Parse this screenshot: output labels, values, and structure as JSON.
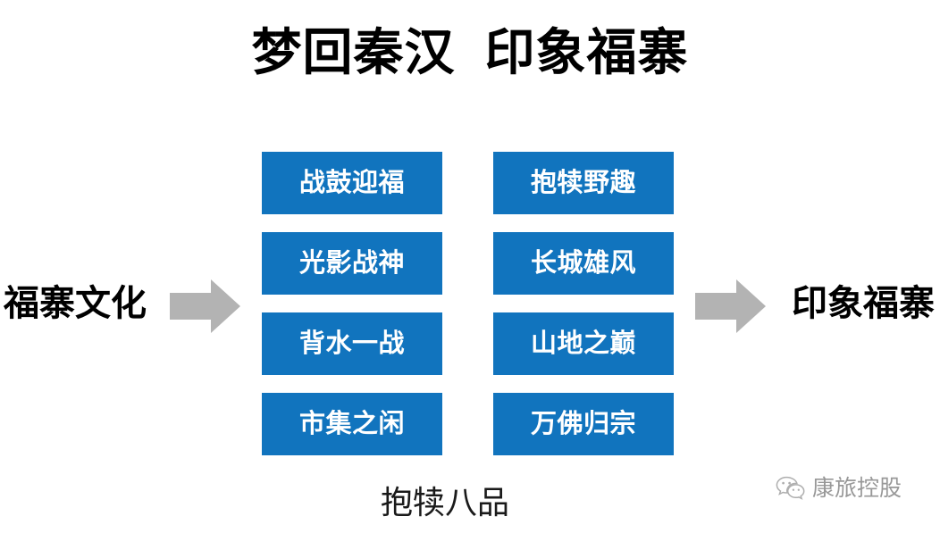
{
  "slide": {
    "background_color": "#ffffff",
    "title": "梦回秦汉  印象福寨",
    "bottom_caption": "抱犊八品"
  },
  "flow": {
    "input_label": "福寨文化",
    "output_label": "印象福寨",
    "arrow_color": "#b3b3b3",
    "left_arrow_icon": "arrow-right-icon",
    "right_arrow_icon": "arrow-right-icon"
  },
  "boxes": {
    "accent_color": "#1174be",
    "text_color": "#ffffff",
    "left_column": [
      {
        "label": "战鼓迎福"
      },
      {
        "label": "光影战神"
      },
      {
        "label": "背水一战"
      },
      {
        "label": "市集之闲"
      }
    ],
    "right_column": [
      {
        "label": "抱犊野趣"
      },
      {
        "label": "长城雄风"
      },
      {
        "label": "山地之巅"
      },
      {
        "label": "万佛归宗"
      }
    ]
  },
  "watermark": {
    "icon": "wechat-icon",
    "text": "康旅控股",
    "color": "#5a5a5a"
  }
}
